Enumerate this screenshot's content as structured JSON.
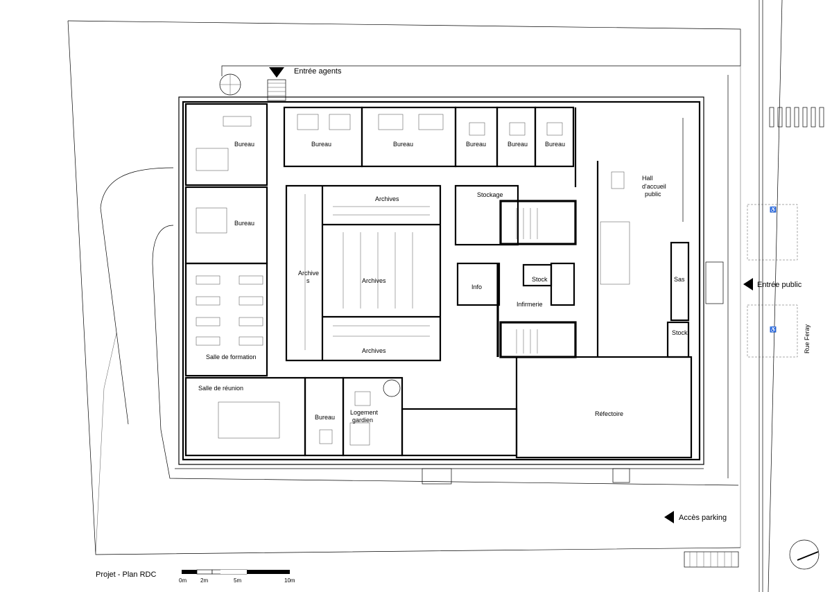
{
  "plan": {
    "title": "Projet - Plan RDC",
    "street": "Rue Feray",
    "entrances": {
      "agents": "Entrée agents",
      "public": "Entrée public",
      "parking": "Accès parking"
    },
    "rooms": {
      "bureau": "Bureau",
      "archives": "Archives",
      "archives_split_1": "Archive",
      "archives_split_2": "s",
      "stockage": "Stockage",
      "stock": "Stock",
      "info": "Info",
      "infirmerie": "Infirmerie",
      "hall_1": "Hall",
      "hall_2": "d'accueil",
      "hall_3": "public",
      "sas": "Sas",
      "salle_formation": "Salle de formation",
      "salle_reunion": "Salle de réunion",
      "logement_1": "Logement",
      "logement_2": "gardien",
      "refectoire": "Réfectoire"
    },
    "scale": {
      "labels": [
        "0m",
        "2m",
        "5m",
        "10m"
      ]
    }
  }
}
